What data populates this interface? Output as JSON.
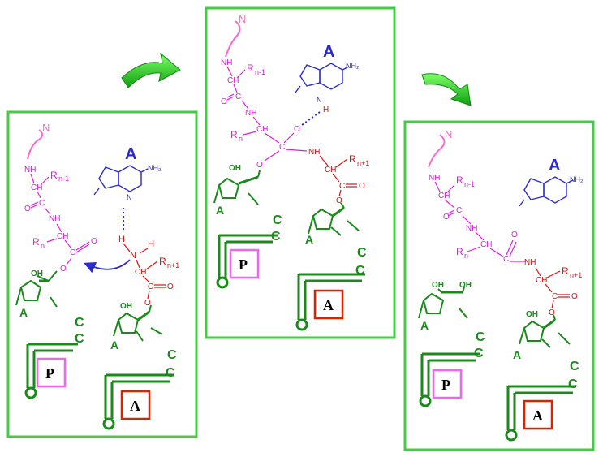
{
  "labels": {
    "n_term": "N",
    "adenine": "A",
    "nh": "NH",
    "ch": "CH",
    "c": "C",
    "o": "O",
    "h": "H",
    "n": "N",
    "oh": "OH",
    "nh2": "NH₂",
    "r_n_minus_1": "R",
    "r_n_minus_1_sub": "n-1",
    "r_n": "R",
    "r_n_sub": "n",
    "r_n_plus_1": "R",
    "r_n_plus_1_sub": "n+1",
    "base_a": "A",
    "cca_c": "C"
  },
  "sites": {
    "p": "P",
    "a": "A"
  },
  "colors": {
    "panel_border": "#44cc44",
    "peptide": "#e01be0",
    "aminoacyl": "#e01010",
    "adenine": "#2a2ad0",
    "trna": "#1a8a1a",
    "p_site_border": "#ee66ee",
    "a_site_border": "#dd2200",
    "arrow": "#22cc22"
  }
}
